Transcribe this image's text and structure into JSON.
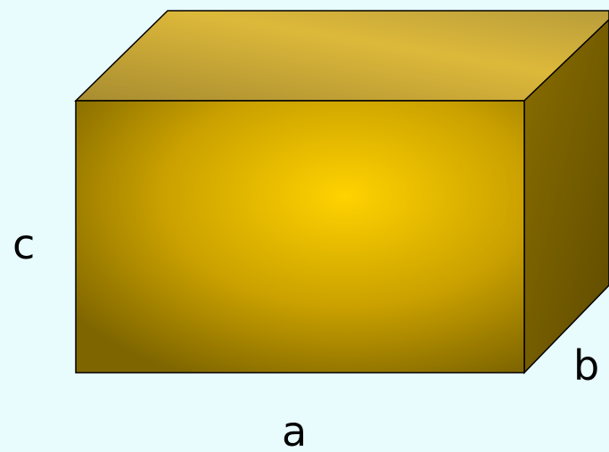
{
  "labels": {
    "c": "c",
    "b": "b",
    "a": "a"
  },
  "colors": {
    "background": "#e8fbfd",
    "front_center": "#ffd200",
    "front_edge": "#7e6500",
    "top_light": "#ddb93a",
    "top_dark": "#a88c30",
    "side_light": "#8a6e00",
    "side_dark": "#5f4b00",
    "outline": "#000000"
  }
}
